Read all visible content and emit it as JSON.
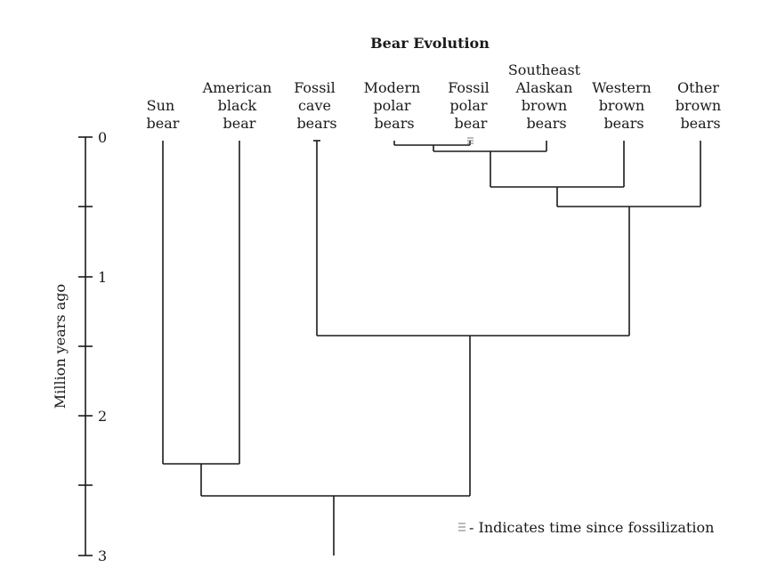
{
  "diagram": {
    "title": "Bear Evolution",
    "axis": {
      "label": "Million years ago",
      "ticks": [
        "0",
        "1",
        "2",
        "3"
      ]
    },
    "taxa": [
      {
        "id": "sun",
        "lines": [
          "Sun",
          "bear"
        ]
      },
      {
        "id": "american-black",
        "lines": [
          "American",
          "black",
          "bear"
        ]
      },
      {
        "id": "fossil-cave",
        "lines": [
          "Fossil",
          "cave",
          "bears"
        ]
      },
      {
        "id": "modern-polar",
        "lines": [
          "Modern",
          "polar",
          "bears"
        ]
      },
      {
        "id": "fossil-polar",
        "lines": [
          "Fossil",
          "polar",
          "bear"
        ]
      },
      {
        "id": "se-alaskan",
        "lines": [
          "Southeast",
          "Alaskan",
          "brown",
          "bears"
        ]
      },
      {
        "id": "western-brown",
        "lines": [
          "Western",
          "brown",
          "bears"
        ]
      },
      {
        "id": "other-brown",
        "lines": [
          "Other",
          "brown",
          "bears"
        ]
      }
    ],
    "legend": {
      "symbol": "≡",
      "text": "- Indicates time since fossilization"
    }
  }
}
